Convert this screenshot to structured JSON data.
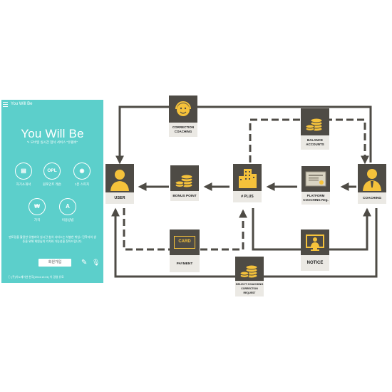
{
  "phone": {
    "app_title": "You Will Be",
    "hero_title": "You Will Be",
    "subtitle": "✎ 모바일 실시간 첨삭 서비스 \"유윌비\"",
    "menu_icon": "hamburger-icon",
    "features": [
      {
        "glyph": "▤",
        "label": "자기소개서",
        "icon": "document-icon"
      },
      {
        "glyph": "OPL",
        "label": "원포인트 레슨",
        "icon": "opl-icon"
      },
      {
        "glyph": "◉",
        "label": "1분 스피치",
        "icon": "speech-icon"
      },
      {
        "glyph": "₩",
        "label": "가격",
        "icon": "won-icon"
      },
      {
        "glyph": "A",
        "label": "이용방법",
        "icon": "guide-icon"
      }
    ],
    "description": "멘토링을 활용한 유별비의 실시간 첨삭 서비스는 차별한 취업 / 진학자의 생존을 위해 회원님의 가치와 가능성을 찾아드립니다.",
    "join_label": "회원가입",
    "edit_icon": "edit-icon",
    "mic_icon": "microphone-icon",
    "footer": "ⓘ (주)이노베이션 한국(2014.10.01) 이 경영 유료"
  },
  "diagram": {
    "accent_color": "#f5c23b",
    "dark_color": "#4e4b45",
    "label_bg": "#ebe9e4",
    "nodes": {
      "correction_coaching": {
        "line1": "CORRECTION",
        "line2": "COACHING",
        "icon": "smiling-headset-icon"
      },
      "balance_accounts": {
        "line1": "BALANCE",
        "line2": "ACCOUNTS",
        "icon": "coin-stack-icon"
      },
      "user": {
        "line1": "USER",
        "line2": "",
        "icon": "user-avatar-icon"
      },
      "bonus_point": {
        "line1": "BONUS POINT",
        "line2": "",
        "icon": "coin-stack-icon"
      },
      "plus": {
        "line1": "# PLUS",
        "line2": "",
        "icon": "buildings-icon"
      },
      "platform_coaching": {
        "line1": "PLATFORM",
        "line2": "COACHING Reg.",
        "icon": "certificate-icon"
      },
      "coaching": {
        "line1": "COACHING",
        "line2": "",
        "icon": "coach-avatar-icon"
      },
      "payment": {
        "line1": "PAYMENT",
        "line2": "",
        "icon": "card-icon",
        "card_text": "CARD"
      },
      "notice": {
        "line1": "NOTICE",
        "line2": "",
        "icon": "monitor-presenter-icon"
      },
      "select_coaching": {
        "line1": "SELECT COACHING",
        "line2": "CORRECTION REQUEST",
        "icon": "coin-stack-icon"
      }
    }
  }
}
